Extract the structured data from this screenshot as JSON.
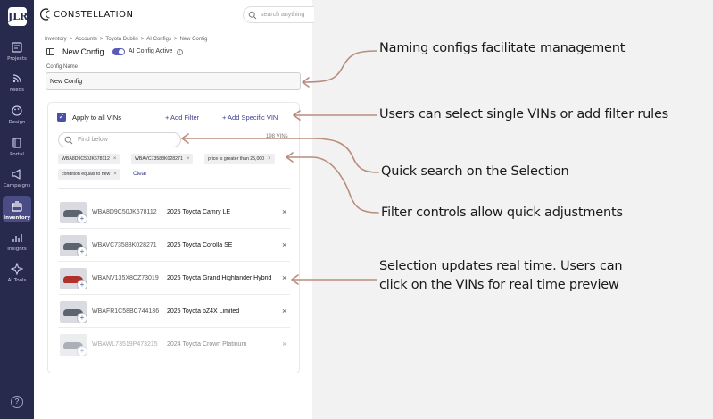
{
  "app": {
    "logo_text": "JLR",
    "brand": "CONSTELLATION",
    "search_placeholder": "search anything"
  },
  "nav": [
    {
      "label": "Projects",
      "icon": "projects-icon"
    },
    {
      "label": "Feeds",
      "icon": "feeds-icon"
    },
    {
      "label": "Design",
      "icon": "palette-icon"
    },
    {
      "label": "Portal",
      "icon": "portal-icon"
    },
    {
      "label": "Campaigns",
      "icon": "megaphone-icon"
    },
    {
      "label": "Inventory",
      "icon": "inventory-icon",
      "active": true
    },
    {
      "label": "Insights",
      "icon": "bar-chart-icon"
    },
    {
      "label": "AI Tools",
      "icon": "sparkle-icon"
    }
  ],
  "help_label": "?",
  "breadcrumb": [
    "Inventory",
    ">",
    "Accounts",
    ">",
    "Toyota Dublin",
    ">",
    "AI Configs",
    ">",
    "New Config"
  ],
  "page": {
    "title": "New Config",
    "toggle_label": "AI Config Active",
    "info_symbol": "i",
    "config_name_label": "Config Name",
    "config_name_value": "New Config"
  },
  "selection": {
    "apply_all_label": "Apply to all VINs",
    "add_filter_label": "+  Add Filter",
    "add_vin_label": "+  Add Specific VIN",
    "find_placeholder": "Find below",
    "vin_count": "198 VINs",
    "chips": [
      "WBA8D9C50JK678112",
      "WBAVC73588K028271",
      "price is greater than 25,000",
      "condition equals to new"
    ],
    "clear_label": "Clear",
    "rows": [
      {
        "vin": "WBA8D9C50JK678112",
        "model": "2025 Toyota Camry LE"
      },
      {
        "vin": "WBAVC73588K028271",
        "model": "2025 Toyota Corolla SE"
      },
      {
        "vin": "WBANV135X8CZ73019",
        "model": "2025 Toyota Grand Highlander Hybrid"
      },
      {
        "vin": "WBAFR1C58BC744136",
        "model": "2025 Toyota bZ4X Limited"
      },
      {
        "vin": "WBAWL73519P473215",
        "model": "2024 Toyota Crown Platinum"
      }
    ]
  },
  "annotations": [
    "Naming configs facilitate management",
    "Users can select single VINs or add filter rules",
    "Quick search on the Selection",
    "Filter controls allow quick adjustments",
    "Selection updates real time. Users can",
    "click on the VINs for real time preview"
  ],
  "colors": {
    "rail": "#27294d",
    "accent": "#4a4fa8",
    "arrow": "#b98c7d"
  }
}
